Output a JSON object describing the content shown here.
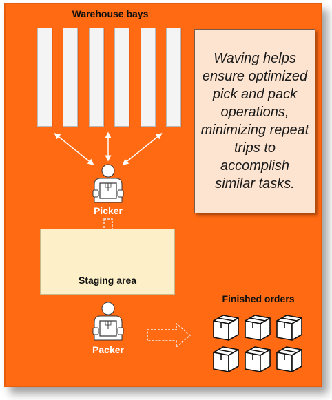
{
  "diagram": {
    "bays_title": "Warehouse bays",
    "note_text": "Waving helps ensure optimized pick and pack operations, minimizing repeat trips to accomplish similar tasks.",
    "picker_label": "Picker",
    "staging_label": "Staging area",
    "packer_label": "Packer",
    "finished_label": "Finished orders",
    "bay_count": 6,
    "box_count": 6
  },
  "colors": {
    "panel": "#ff6a13",
    "bay": "#f4f4f4",
    "note_bg": "#fde4d0",
    "staging_bg": "#fdf0c8",
    "person": "#ffffff"
  },
  "icons": {
    "picker": "person-with-box-icon",
    "packer": "person-with-box-icon",
    "box": "package-box-icon"
  }
}
